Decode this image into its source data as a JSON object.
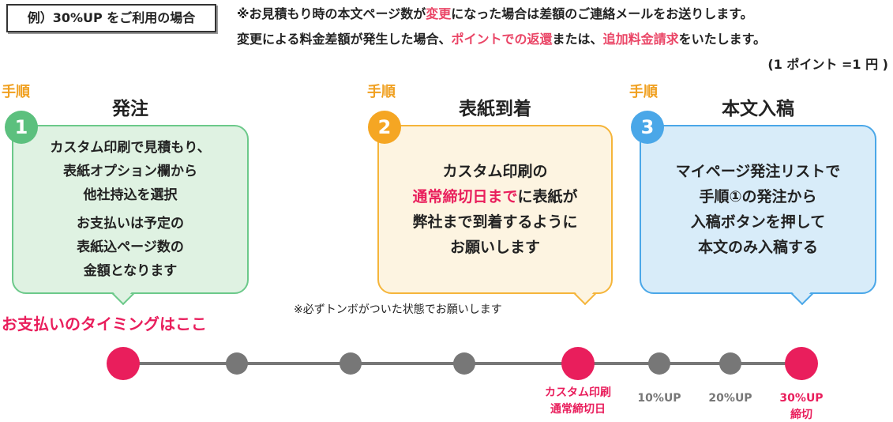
{
  "example_label": "例）30%UP をご利用の場合",
  "notes": {
    "line1_a": "※お見積もり時の本文ページ数が",
    "line1_b": "変更",
    "line1_c": "になった場合は差額のご連絡メールをお送りします。",
    "line2_a": "変更による料金差額が発生した場合、",
    "line2_b": "ポイントでの返還",
    "line2_c": "または、",
    "line2_d": "追加料金請求",
    "line2_e": "をいたします。",
    "line3": "(1 ポイント =1 円 )"
  },
  "steps": [
    {
      "prefix": "手順",
      "number": "1",
      "title": "発注",
      "lines": [
        "カスタム印刷で見積もり、",
        "表紙オプション欄から",
        "他社持込を選択"
      ],
      "lines2": [
        "お支払いは予定の",
        "表紙込ページ数の",
        "金額となります"
      ]
    },
    {
      "prefix": "手順",
      "number": "2",
      "title": "表紙到着",
      "line1": "カスタム印刷の",
      "line2_hl": "通常締切日まで",
      "line2_rest": "に表紙が",
      "line3": "弊社まで到着するように",
      "line4": "お願いします"
    },
    {
      "prefix": "手順",
      "number": "3",
      "title": "本文入稿",
      "lines": [
        "マイページ発注リストで",
        "手順①の発注から",
        "入稿ボタンを押して",
        "本文のみ入稿する"
      ]
    }
  ],
  "payment_timing": "お支払いのタイミングはここ",
  "tombo_note": "※必ずトンボがついた状態でお願いします",
  "timeline": {
    "labels": [
      {
        "line1": "カスタム印刷",
        "line2": "通常締切日"
      },
      {
        "line1": "10%UP"
      },
      {
        "line1": "20%UP"
      },
      {
        "line1": "30%UP",
        "line2": "締切"
      }
    ]
  },
  "colors": {
    "pink": "#e91e5c",
    "gray": "#777777",
    "green": "#5cc07e",
    "orange": "#f5a623",
    "blue": "#4aa7e8"
  }
}
